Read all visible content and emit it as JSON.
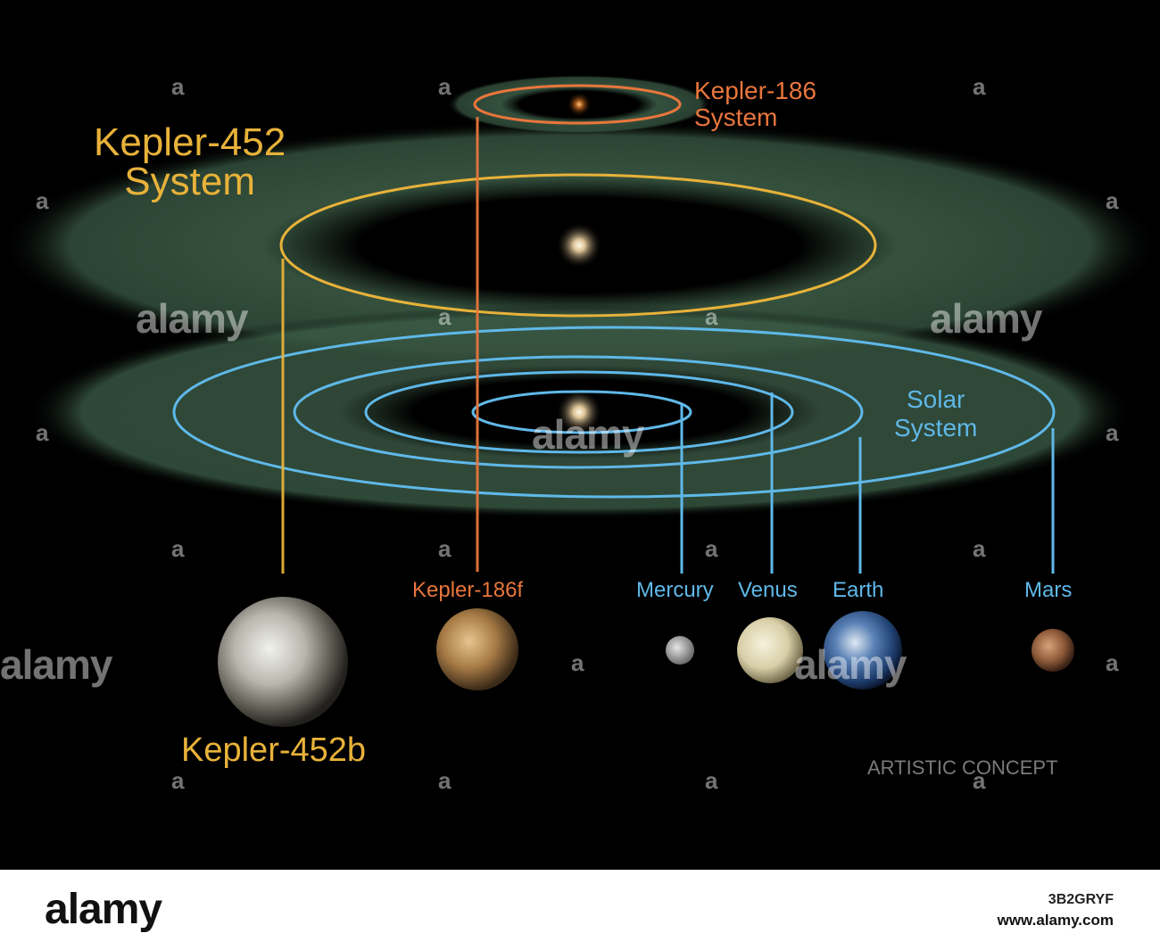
{
  "systems": {
    "kepler452": {
      "title_line1": "Kepler-452",
      "title_line2": "System",
      "color": "#e8b23a"
    },
    "kepler186": {
      "title_line1": "Kepler-186",
      "title_line2": "System",
      "color": "#e8763c"
    },
    "solar": {
      "title_line1": "Solar",
      "title_line2": "System",
      "color": "#5fb8e8"
    }
  },
  "planets": {
    "kepler452b": "Kepler-452b",
    "kepler186f": "Kepler-186f",
    "mercury": "Mercury",
    "venus": "Venus",
    "earth": "Earth",
    "mars": "Mars"
  },
  "caption": "ARTISTIC CONCEPT",
  "watermark": {
    "brand": "alamy",
    "image_id": "3B2GRYF",
    "url": "www.alamy.com",
    "overlay_text": "alamy",
    "overlay_mark": "a"
  }
}
